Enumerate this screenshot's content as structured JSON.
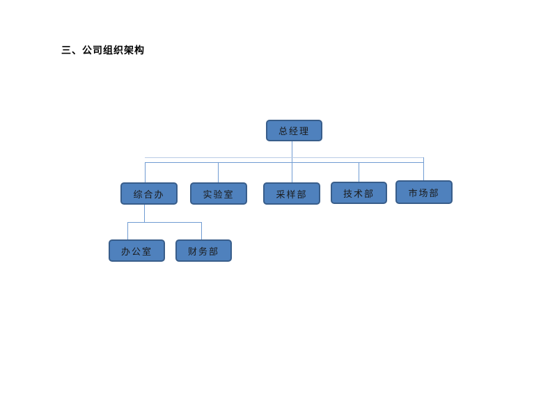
{
  "page": {
    "heading": "三、公司组织架构"
  },
  "org_chart": {
    "type": "organization-chart",
    "colors": {
      "box_fill": "#4f81bd",
      "box_border": "#385d8a",
      "connector": "#6f9bd2",
      "connector_light": "#b8cbe5",
      "text": "#1a1a1a",
      "page_background": "#ffffff"
    },
    "nodes": {
      "ceo": {
        "label": "总经理",
        "level": 1
      },
      "zhb": {
        "label": "综合办",
        "level": 2
      },
      "sys": {
        "label": "实验室",
        "level": 2
      },
      "cyb": {
        "label": "采样部",
        "level": 2
      },
      "jsb": {
        "label": "技术部",
        "level": 2
      },
      "scb": {
        "label": "市场部",
        "level": 2
      },
      "bgs": {
        "label": "办公室",
        "level": 3
      },
      "cwb": {
        "label": "财务部",
        "level": 3
      }
    },
    "edges": [
      [
        "总经理",
        "综合办"
      ],
      [
        "总经理",
        "实验室"
      ],
      [
        "总经理",
        "采样部"
      ],
      [
        "总经理",
        "技术部"
      ],
      [
        "总经理",
        "市场部"
      ],
      [
        "综合办",
        "办公室"
      ],
      [
        "综合办",
        "财务部"
      ]
    ]
  }
}
